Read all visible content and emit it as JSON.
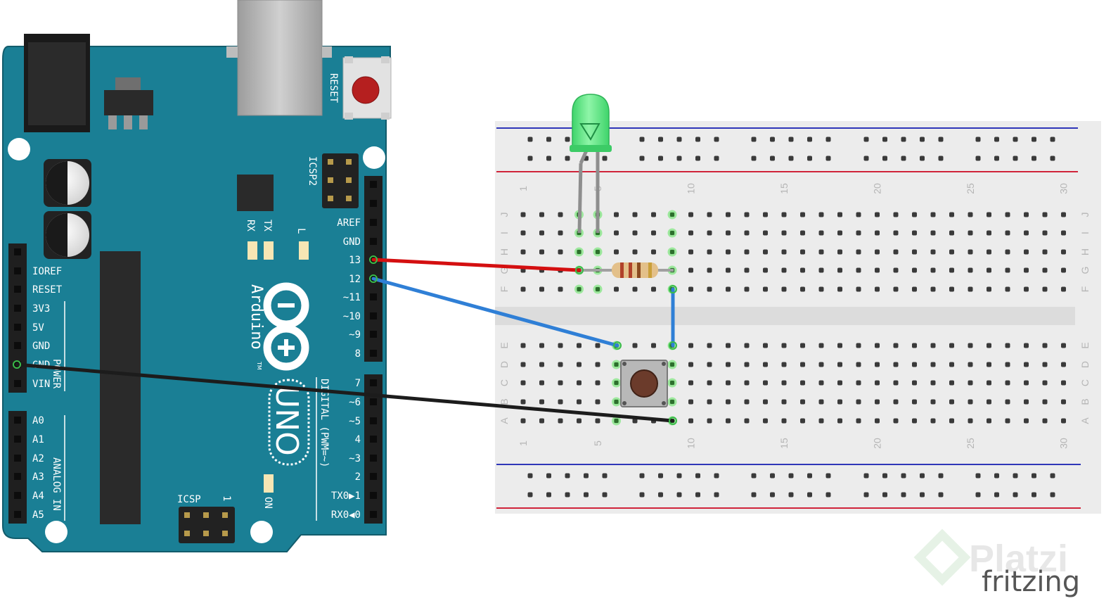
{
  "board": {
    "name": "Arduino",
    "model": "UNO",
    "trademark": "TM",
    "reset_label": "RESET",
    "icsp2_label": "ICSP2",
    "icsp_label": "ICSP",
    "icsp_pin1": "1",
    "led_labels": {
      "rx": "RX",
      "tx": "TX",
      "l": "L",
      "on": "ON"
    },
    "digital_section": "DIGITAL (PWM=~)",
    "power_section": "POWER",
    "analog_section": "ANALOG IN",
    "digital_pins_top": [
      "AREF",
      "GND",
      "13",
      "12",
      "~11",
      "~10",
      "~9",
      "8"
    ],
    "digital_pins_bottom": [
      "7",
      "~6",
      "~5",
      "4",
      "~3",
      "2",
      "TX0▶1",
      "RX0◀0"
    ],
    "power_pins": [
      "IOREF",
      "RESET",
      "3V3",
      "5V",
      "GND",
      "GND",
      "VIN"
    ],
    "analog_pins": [
      "A0",
      "A1",
      "A2",
      "A3",
      "A4",
      "A5"
    ],
    "colors": {
      "pcb": "#1a7f95",
      "header": "#222222",
      "text": "#ffffff"
    }
  },
  "breadboard": {
    "column_numbers": [
      "1",
      "5",
      "10",
      "15",
      "20",
      "25",
      "30"
    ],
    "row_letters_top": [
      "J",
      "I",
      "H",
      "G",
      "F"
    ],
    "row_letters_bottom": [
      "E",
      "D",
      "C",
      "B",
      "A"
    ],
    "colors": {
      "body": "#ececec",
      "hole": "#3a3a3a",
      "rail_red": "#d0243a",
      "rail_blue": "#2f36b8",
      "active": "#7fe07f"
    }
  },
  "components": {
    "led": {
      "color": "#4be07a",
      "name": "green-led"
    },
    "resistor": {
      "color": "#e3c08a"
    },
    "button": {
      "color": "#6b3b2b"
    }
  },
  "wires": [
    {
      "name": "wire-pin13-to-resistor",
      "color": "#d40f10"
    },
    {
      "name": "wire-pin12-to-button",
      "color": "#2f7fd6"
    },
    {
      "name": "wire-gnd-to-button",
      "color": "#1c1c1c"
    },
    {
      "name": "wire-resistor-to-button",
      "color": "#2f7fd6"
    }
  ],
  "branding": {
    "watermark": "Platzi",
    "tool": "fritzing"
  }
}
